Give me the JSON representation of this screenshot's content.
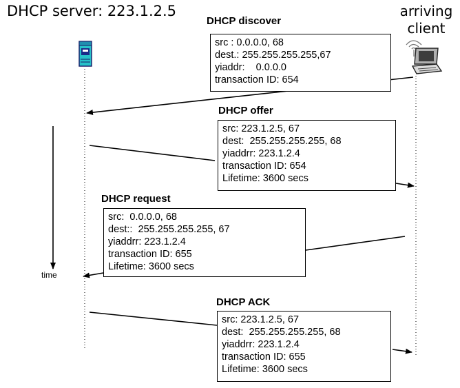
{
  "header": {
    "server_title": "DHCP server: 223.1.2.5",
    "client_line1": "arriving",
    "client_line2": "client"
  },
  "time_label": "time",
  "icons": {
    "server": "server-tower-icon",
    "client": "laptop-wireless-icon"
  },
  "messages": {
    "discover": {
      "title": "DHCP discover",
      "lines": [
        "src : 0.0.0.0, 68",
        "dest.: 255.255.255.255,67",
        "yiaddr:    0.0.0.0",
        "transaction ID: 654"
      ]
    },
    "offer": {
      "title": "DHCP offer",
      "lines": [
        "src: 223.1.2.5, 67",
        "dest:  255.255.255.255, 68",
        "yiaddrr: 223.1.2.4",
        "transaction ID: 654",
        "Lifetime: 3600 secs"
      ]
    },
    "request": {
      "title": "DHCP request",
      "lines": [
        "src:  0.0.0.0, 68",
        "dest::  255.255.255.255, 67",
        "yiaddrr: 223.1.2.4",
        "transaction ID: 655",
        "Lifetime: 3600 secs"
      ]
    },
    "ack": {
      "title": "DHCP ACK",
      "lines": [
        "src: 223.1.2.5, 67",
        "dest:  255.255.255.255, 68",
        "yiaddrr: 223.1.2.4",
        "transaction ID: 655",
        "Lifetime: 3600 secs"
      ]
    }
  }
}
